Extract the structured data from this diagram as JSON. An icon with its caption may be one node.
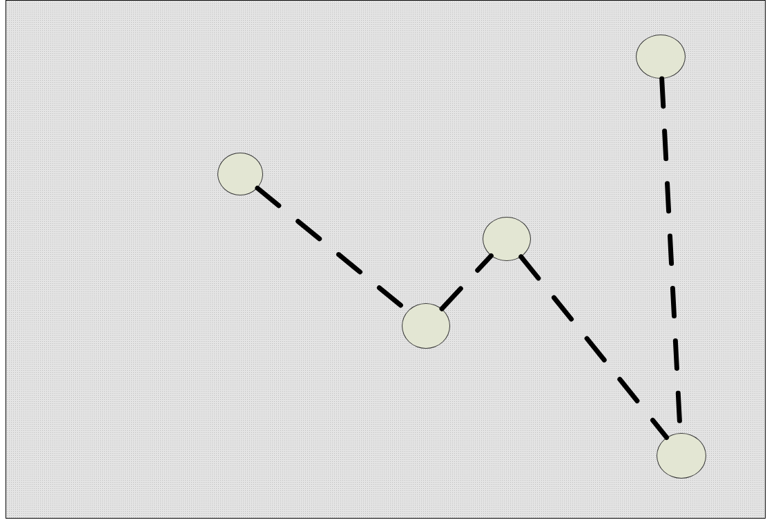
{
  "diagram": {
    "nodes": [
      {
        "text": [],
        "shape": "circle"
      },
      {
        "text": [],
        "shape": "circle"
      },
      {
        "text": [],
        "shape": "circle"
      },
      {
        "text": [],
        "shape": "circle"
      },
      {
        "text": [],
        "shape": "circle"
      }
    ],
    "edges": [
      {
        "from": 0,
        "to": 1,
        "arrow": "none",
        "style": "dashed"
      },
      {
        "from": 1,
        "to": 2,
        "arrow": "none",
        "style": "dashed"
      },
      {
        "from": 2,
        "to": 4,
        "arrow": "none",
        "style": "dashed"
      },
      {
        "from": 3,
        "to": 4,
        "arrow": "none",
        "style": "dashed"
      }
    ]
  }
}
